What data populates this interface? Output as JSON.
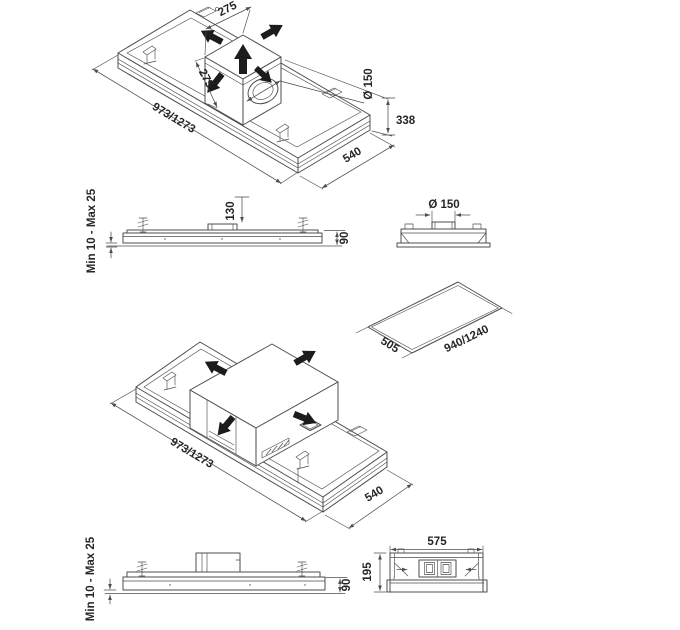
{
  "page": {
    "colors": {
      "bg": "#ffffff",
      "line": "#4d4d4d",
      "arrow": "#1c1c1c",
      "text": "#262626"
    }
  },
  "views": {
    "iso_ducted": {
      "box_width": "275",
      "box_depth": "275",
      "duct_diameter": "Ø 150",
      "length": "973/1273",
      "total_height": "338",
      "depth": "540"
    },
    "side_ducted": {
      "recess": "Min 10 - Max 25",
      "stub_height": "130",
      "body_height": "90"
    },
    "end_ducted": {
      "duct_diameter": "Ø 150"
    },
    "ceiling_cutout": {
      "depth": "505",
      "length": "940/1240"
    },
    "iso_recirc": {
      "length": "973/1273",
      "depth": "540"
    },
    "side_recirc": {
      "recess": "Min 10 - Max 25",
      "body_height": "90"
    },
    "end_recirc": {
      "width": "575",
      "height": "195"
    }
  }
}
